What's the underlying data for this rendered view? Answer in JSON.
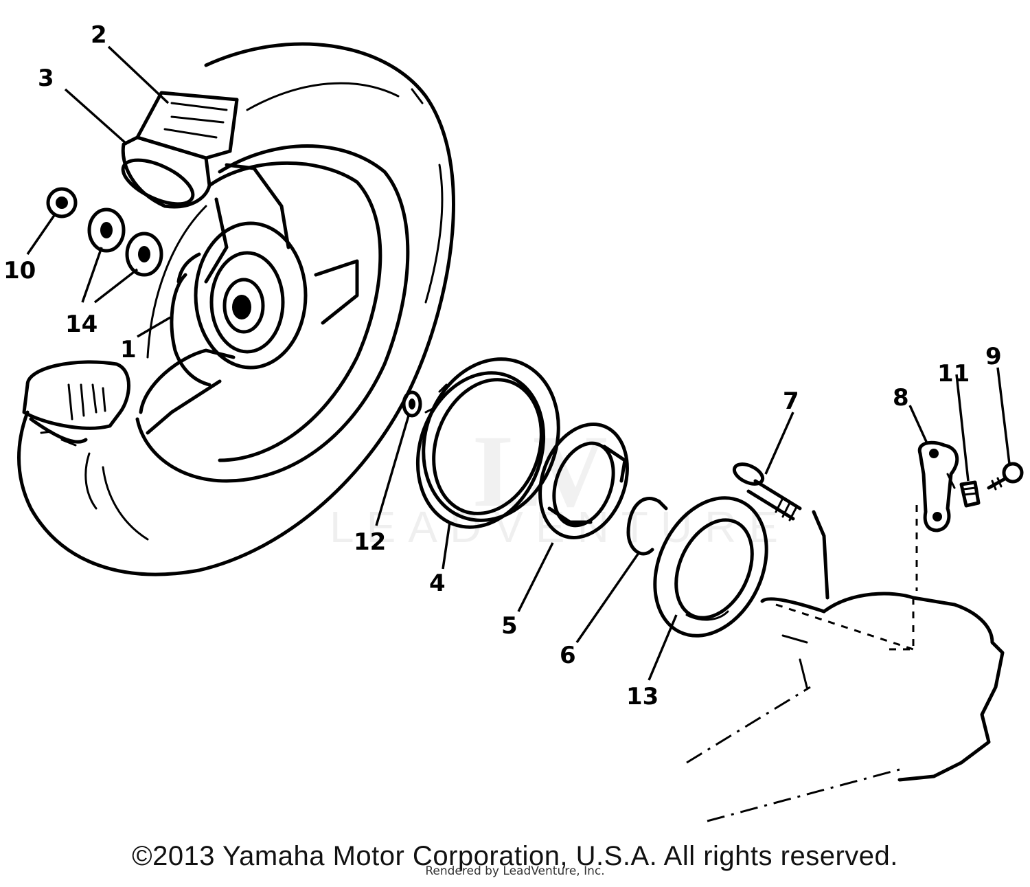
{
  "diagram": {
    "callouts": [
      {
        "id": "1",
        "label": "1"
      },
      {
        "id": "2",
        "label": "2"
      },
      {
        "id": "3",
        "label": "3"
      },
      {
        "id": "4",
        "label": "4"
      },
      {
        "id": "5",
        "label": "5"
      },
      {
        "id": "6",
        "label": "6"
      },
      {
        "id": "7",
        "label": "7"
      },
      {
        "id": "8",
        "label": "8"
      },
      {
        "id": "9",
        "label": "9"
      },
      {
        "id": "10",
        "label": "10"
      },
      {
        "id": "11",
        "label": "11"
      },
      {
        "id": "12",
        "label": "12"
      },
      {
        "id": "13",
        "label": "13"
      },
      {
        "id": "14",
        "label": "14"
      }
    ]
  },
  "watermark": {
    "logo_text": "LV",
    "text": "LEADVENTURE"
  },
  "footer": {
    "copyright": "©2013 Yamaha Motor Corporation, U.S.A. All rights reserved.",
    "rendered_by": "Rendered by LeadVenture, Inc."
  }
}
